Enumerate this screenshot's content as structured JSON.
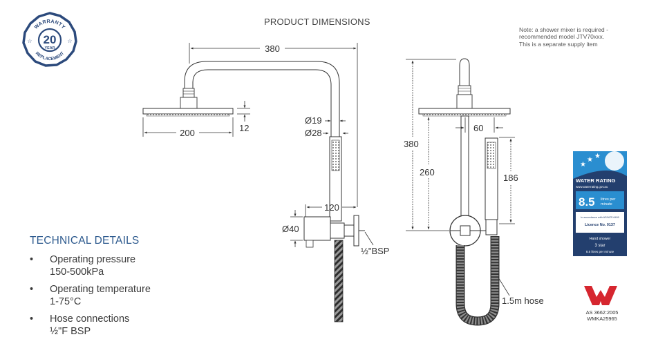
{
  "diagram": {
    "title": "PRODUCT DIMENSIONS",
    "note_lines": [
      "Note: a shower mixer is required -",
      "recommended model JTV70xxx.",
      "This is a separate supply item"
    ],
    "dims": {
      "width_380": "380",
      "head_200": "200",
      "head_12": "12",
      "dia_19": "Ø19",
      "dia_28": "Ø28",
      "arm_120": "120",
      "dia_40": "Ø40",
      "bsp": "½\"BSP",
      "height_380": "380",
      "height_260": "260",
      "offset_60": "60",
      "hand_186": "186",
      "hose": "1.5m hose"
    }
  },
  "technical": {
    "heading": "TECHNICAL DETAILS",
    "bullet": "•",
    "items": [
      {
        "label": "Operating pressure",
        "value": "150-500kPa"
      },
      {
        "label": "Operating temperature",
        "value": "1-75°C"
      },
      {
        "label": "Hose connections",
        "value": "½\"F BSP"
      }
    ]
  },
  "warranty_badge": {
    "top": "WARRANTY",
    "years": "20",
    "unit": "YEAR",
    "bottom": "REPLACEMENT",
    "color": "#2c4a7c"
  },
  "water_rating": {
    "top_text": "WATER RATING",
    "site": "www.waterrating.gov.au",
    "value": "8.5",
    "unit_line1": "litres per",
    "unit_line2": "minute",
    "accordance": "In accordance with AS/NZS 6400",
    "licence": "Licence No. 0137",
    "type": "Hand shower",
    "stars": "3 star",
    "flow": "8.5 litres per minute",
    "color": "#233f6e"
  },
  "watermark": {
    "std": "AS 3662:2005",
    "code": "WMKA25965",
    "color": "#d6262f"
  }
}
